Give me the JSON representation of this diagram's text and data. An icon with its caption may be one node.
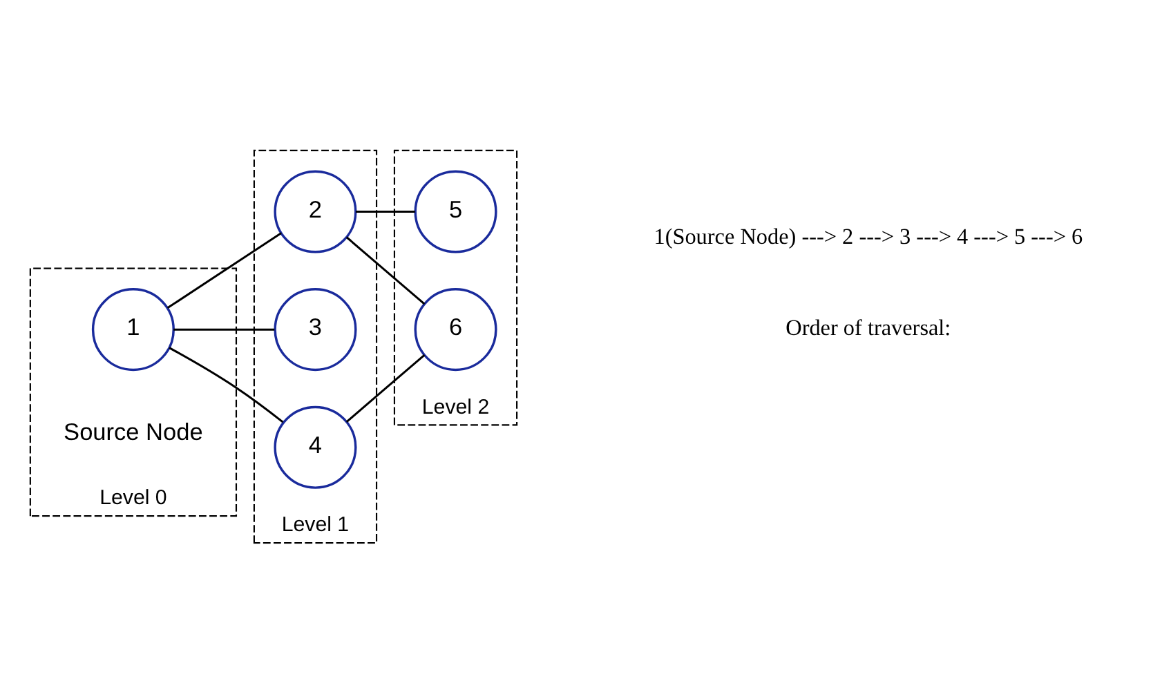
{
  "diagram": {
    "nodes": [
      {
        "text": [
          "Level 0"
        ],
        "beside": [
          "Source Node"
        ]
      },
      {
        "text": [
          "1"
        ],
        "in": 0
      },
      {
        "text": [
          "Level 1"
        ]
      },
      {
        "text": [
          "2"
        ],
        "in": 2
      },
      {
        "text": [
          "3"
        ],
        "in": 2
      },
      {
        "text": [
          "4"
        ],
        "in": 2
      },
      {
        "text": [
          "Level 2"
        ]
      },
      {
        "text": [
          "5"
        ],
        "in": 6
      },
      {
        "text": [
          "6"
        ],
        "in": 6
      }
    ],
    "edges": [
      {
        "from": 1,
        "to": 3,
        "arrow": "none"
      },
      {
        "from": 1,
        "to": 4,
        "arrow": "none"
      },
      {
        "from": 1,
        "to": 5,
        "arrow": "none"
      },
      {
        "from": 3,
        "to": 7,
        "arrow": "none"
      },
      {
        "from": 3,
        "to": 8,
        "arrow": "none"
      },
      {
        "from": 5,
        "to": 8,
        "arrow": "none"
      }
    ],
    "labels": [
      "Order of traversal:",
      "1(Source Node) ---> 2 ---> 3 ---> 4 ---> 5 ---> 6"
    ]
  }
}
